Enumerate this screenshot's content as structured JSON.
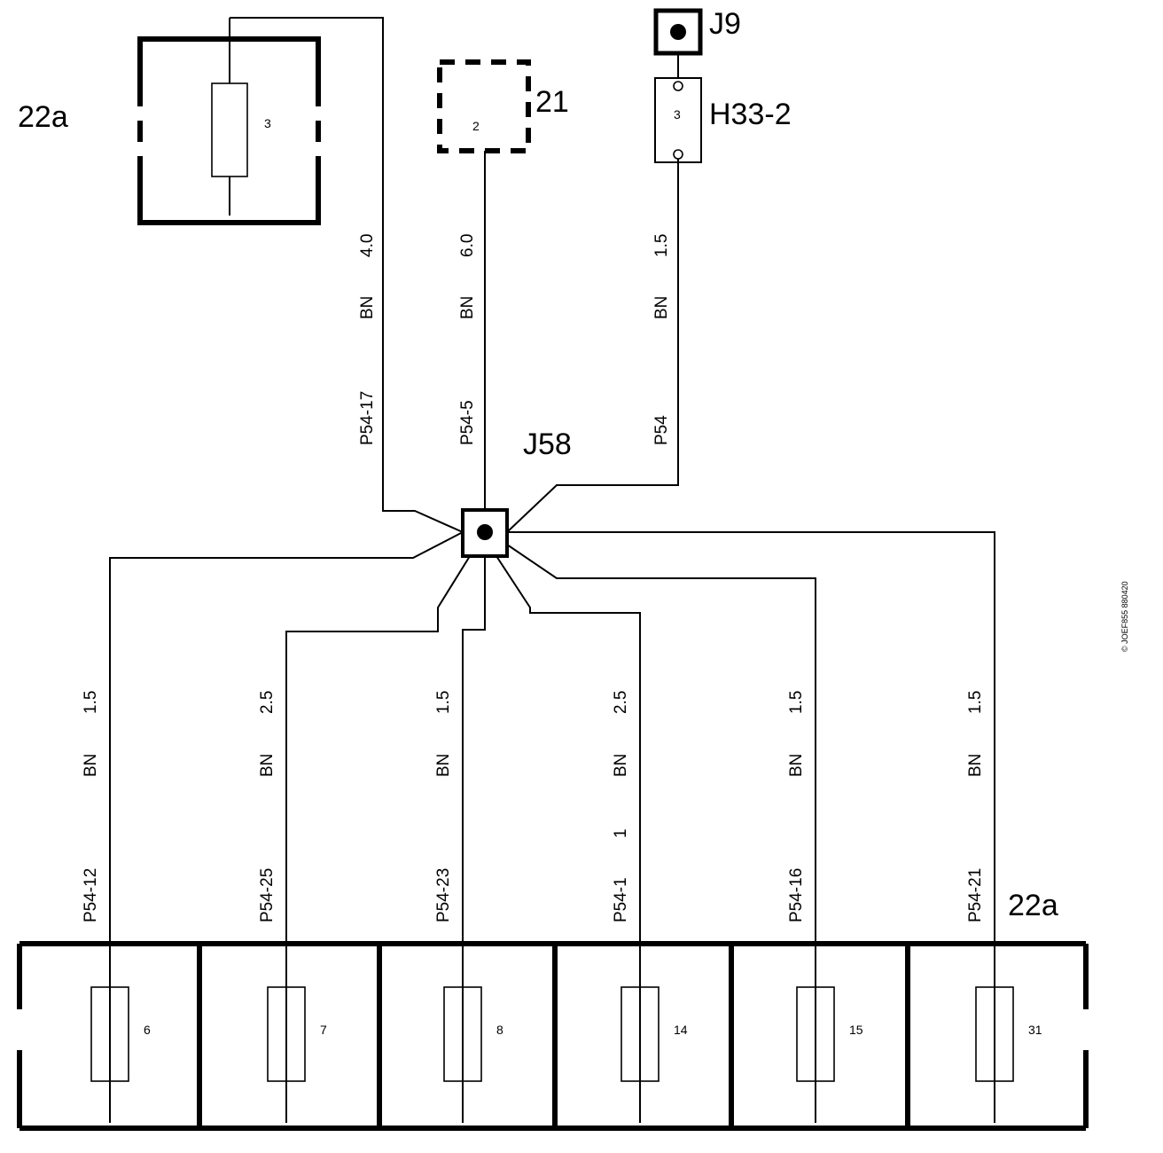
{
  "labels": {
    "unit_top": "22a",
    "unit_bottom": "22a",
    "component_21": "21",
    "connector_j9": "J9",
    "relay": "H33-2",
    "splice": "J58",
    "copyright": "© JOEF855 880420"
  },
  "top_fuse_number": "3",
  "component_21_pin": "2",
  "relay_pin": "3",
  "top_wires": [
    {
      "id": "P54-17",
      "color": "BN",
      "size": "4.0"
    },
    {
      "id": "P54-5",
      "color": "BN",
      "size": "6.0"
    },
    {
      "id": "P54",
      "color": "BN",
      "size": "1.5"
    }
  ],
  "bottom_wires": [
    {
      "id": "P54-12",
      "color": "BN",
      "size": "1.5",
      "extra": "",
      "fuse": "6"
    },
    {
      "id": "P54-25",
      "color": "BN",
      "size": "2.5",
      "extra": "",
      "fuse": "7"
    },
    {
      "id": "P54-23",
      "color": "BN",
      "size": "1.5",
      "extra": "",
      "fuse": "8"
    },
    {
      "id": "P54-1",
      "color": "BN",
      "size": "2.5",
      "extra": "1",
      "fuse": "14"
    },
    {
      "id": "P54-16",
      "color": "BN",
      "size": "1.5",
      "extra": "",
      "fuse": "15"
    },
    {
      "id": "P54-21",
      "color": "BN",
      "size": "1.5",
      "extra": "",
      "fuse": "31"
    }
  ]
}
